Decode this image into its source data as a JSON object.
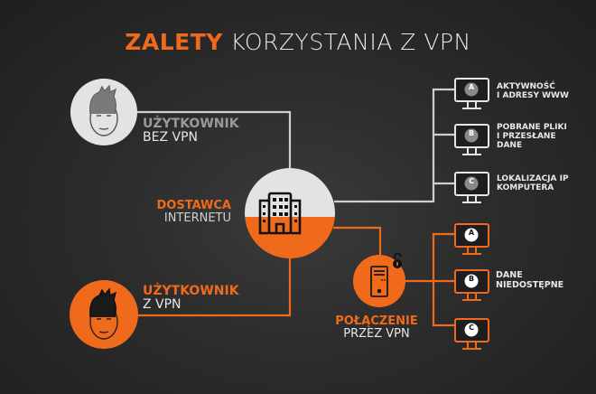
{
  "title": {
    "highlight": "ZALETY",
    "rest": "KORZYSTANIA Z VPN"
  },
  "colors": {
    "accent": "#f06a1c",
    "line_gray": "#cfcfcf",
    "avatar_gray": "#e3e3e3",
    "background": "#2c2c2c"
  },
  "nodes": {
    "user_no_vpn": {
      "line1": "UŻYTKOWNIK",
      "line2": "BEZ VPN",
      "icon": "user-face-icon"
    },
    "isp": {
      "line1": "DOSTAWCA",
      "line2": "INTERNETU",
      "icon": "building-icon"
    },
    "user_vpn": {
      "line1": "UŻYTKOWNIK",
      "line2": "Z VPN",
      "icon": "user-face-icon"
    },
    "vpn": {
      "line1": "POŁĄCZENIE",
      "line2": "PRZEZ VPN",
      "icon": "server-icon",
      "badge_icon": "lock-icon"
    }
  },
  "exposed_data": {
    "monitors": [
      {
        "letter": "A",
        "lines": [
          "AKTYWNOŚĆ",
          "I ADRESY WWW"
        ]
      },
      {
        "letter": "B",
        "lines": [
          "POBRANE PLIKI",
          "I PRZESŁANE",
          "DANE"
        ]
      },
      {
        "letter": "C",
        "lines": [
          "LOKALIZACJA IP",
          "KOMPUTERA"
        ]
      }
    ]
  },
  "protected_data": {
    "monitors": [
      {
        "letter": "A"
      },
      {
        "letter": "B"
      },
      {
        "letter": "C"
      }
    ],
    "label": [
      "DANE",
      "NIEDOSTĘPNE"
    ]
  }
}
